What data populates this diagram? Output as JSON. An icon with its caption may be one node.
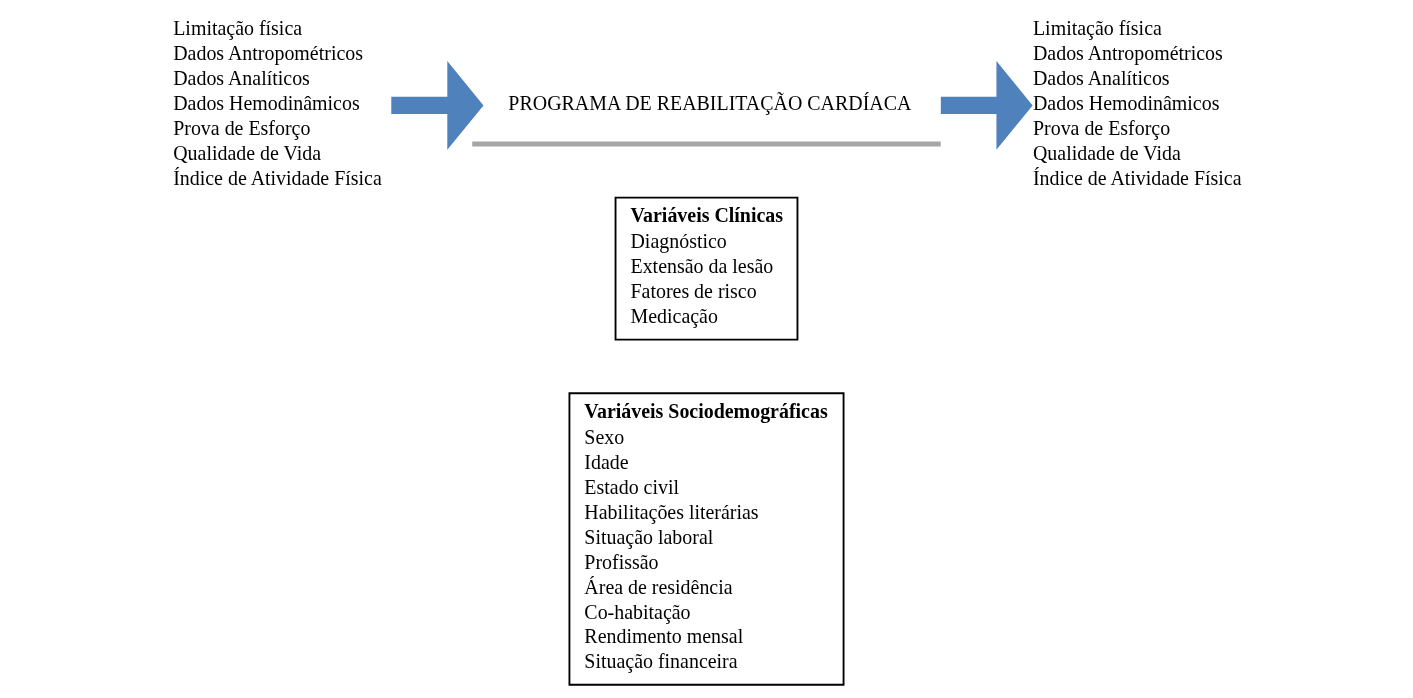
{
  "diagram": {
    "nodes": [
      {
        "text": [
          "Variáveis Sociodemográficas",
          "Sexo",
          "Idade",
          "Estado civil",
          "Habilitações literárias",
          "Situação laboral",
          "Profissão",
          "Área de residência",
          "Co-habitação",
          "Rendimento mensal",
          "Situação financeira"
        ]
      },
      {
        "text": [
          "Variáveis Clínicas",
          "Diagnóstico",
          "Extensão da lesão",
          "Fatores de risco",
          "Medicação"
        ]
      },
      {
        "text": [
          "Limitação física",
          "Dados Antropométricos",
          "Dados Analíticos",
          "Dados Hemodinâmicos",
          "Prova de Esforço",
          "Qualidade de Vida",
          "Índice de Atividade Física"
        ]
      },
      {
        "text": [
          "PROGRAMA DE REABILITAÇÃO CARDÍACA"
        ]
      },
      {
        "text": [
          "Limitação física",
          "Dados Antropométricos",
          "Dados Analíticos",
          "Dados Hemodinâmicos",
          "Prova de Esforço",
          "Qualidade de Vida",
          "Índice de Atividade Física"
        ]
      }
    ],
    "edges": [
      {
        "from": 2,
        "to": 3,
        "arrow": "to"
      },
      {
        "from": 3,
        "to": 4,
        "arrow": "to"
      }
    ]
  }
}
